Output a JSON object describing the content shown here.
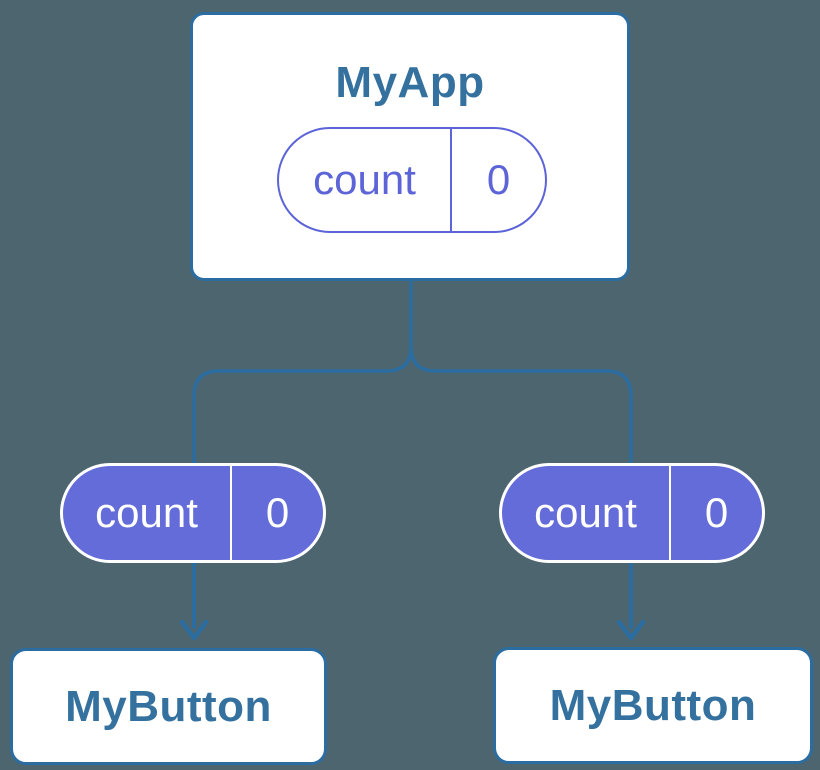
{
  "colors": {
    "background": "#4D656E",
    "connector_blue": "#2B6DA0",
    "node_text_blue": "#35719E",
    "state_purple": "#5C64D7",
    "state_fill_purple": "#636CD8",
    "node_fill": "#FFFFFF",
    "state_text_light": "#FFFFFF"
  },
  "tree": {
    "root": {
      "title": "MyApp",
      "state": {
        "label": "count",
        "value": "0"
      }
    },
    "children": [
      {
        "title": "MyButton",
        "state": {
          "label": "count",
          "value": "0"
        }
      },
      {
        "title": "MyButton",
        "state": {
          "label": "count",
          "value": "0"
        }
      }
    ]
  }
}
